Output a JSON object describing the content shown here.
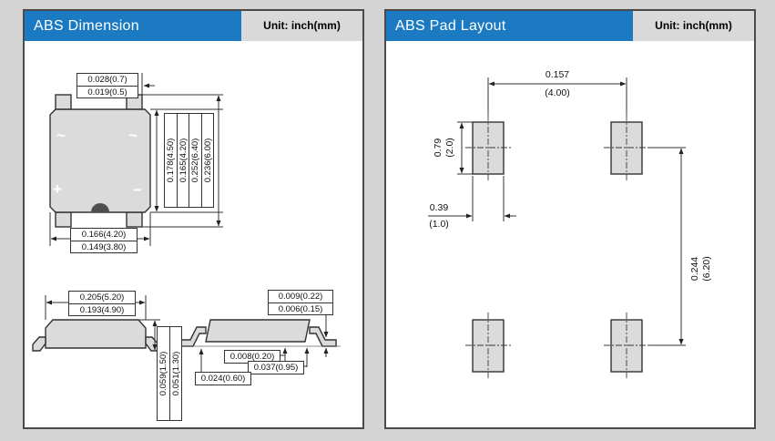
{
  "left_panel": {
    "title": "ABS Dimension",
    "unit": "Unit: inch(mm)",
    "top_view": {
      "symbol_ac_left": "~",
      "symbol_ac_right": "~",
      "symbol_plus": "+",
      "symbol_minus": "−",
      "dim_lead_width": [
        "0.028(0.7)",
        "0.019(0.5)"
      ],
      "dim_body_height": [
        "0.178(4.50)",
        "0.165(4.20)"
      ],
      "dim_overall_height": [
        "0.252(6.40)",
        "0.236(6.00)"
      ],
      "dim_body_width": [
        "0.166(4.20)",
        "0.149(3.80)"
      ]
    },
    "side_view": {
      "dim_body_length": [
        "0.205(5.20)",
        "0.193(4.90)"
      ],
      "dim_overall_height": [
        "0.059(1.50)",
        "0.051(1.30)"
      ],
      "dim_lead_thickness": [
        "0.009(0.22)",
        "0.006(0.15)"
      ],
      "dim_standoff": "0.008(0.20)",
      "dim_foot_length": "0.037(0.95)",
      "dim_lead_length": "0.024(0.60)"
    }
  },
  "right_panel": {
    "title": "ABS Pad Layout",
    "unit": "Unit: inch(mm)",
    "dims": {
      "pitch_x": [
        "0.157",
        "(4.00)"
      ],
      "pad_height": [
        "0.79",
        "(2.0)"
      ],
      "pad_width": [
        "0.39",
        "(1.0)"
      ],
      "pitch_y": [
        "0.244",
        "(6.20)"
      ]
    }
  },
  "colors": {
    "header_blue": "#1b7ac1",
    "unit_bg": "#d9d9d9",
    "panel_bg": "#ffffff",
    "page_bg": "#d4d4d4",
    "body_fill": "#dbdbdb",
    "line": "#333333"
  }
}
